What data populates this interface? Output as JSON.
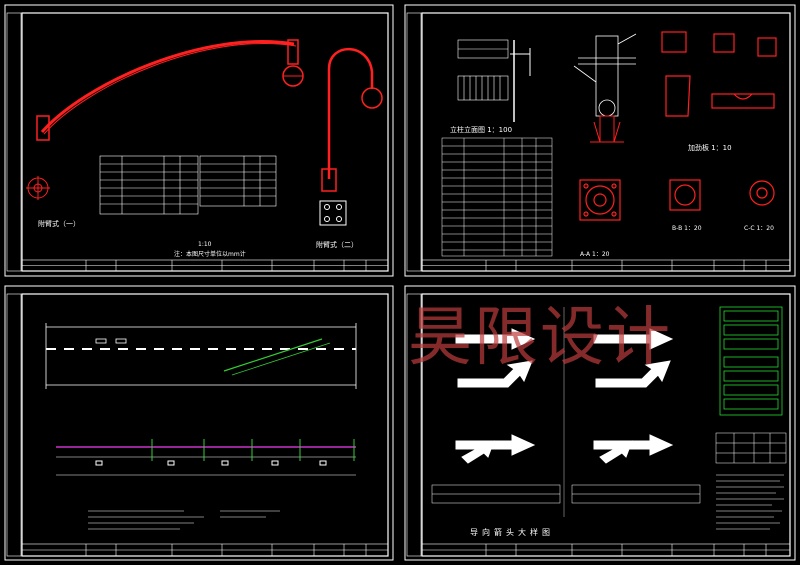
{
  "sheets": {
    "top_left": {
      "label_arm_type_1": "附臂式（一）",
      "label_arm_type_2": "附臂式（二）",
      "scale": "1:10",
      "note": "注：本图尺寸单位以mm计"
    },
    "top_right": {
      "label_pole_elevation": "立柱立面图  1：100",
      "label_stiffener": "加劲板  1：10",
      "label_aa": "A-A  1：20",
      "label_bb": "B-B  1：20",
      "label_cc": "C-C  1：20"
    },
    "bottom_right": {
      "title": "导向箭头大样图"
    }
  },
  "watermark": "昊限设计",
  "colors": {
    "background": "#000000",
    "frame": "#ffffff",
    "detail_red": "#ff2020",
    "legend_green": "#22dd33",
    "lane_green": "#33cc33",
    "profile_magenta": "#cc33cc",
    "label_cyan": "#33cccc"
  }
}
